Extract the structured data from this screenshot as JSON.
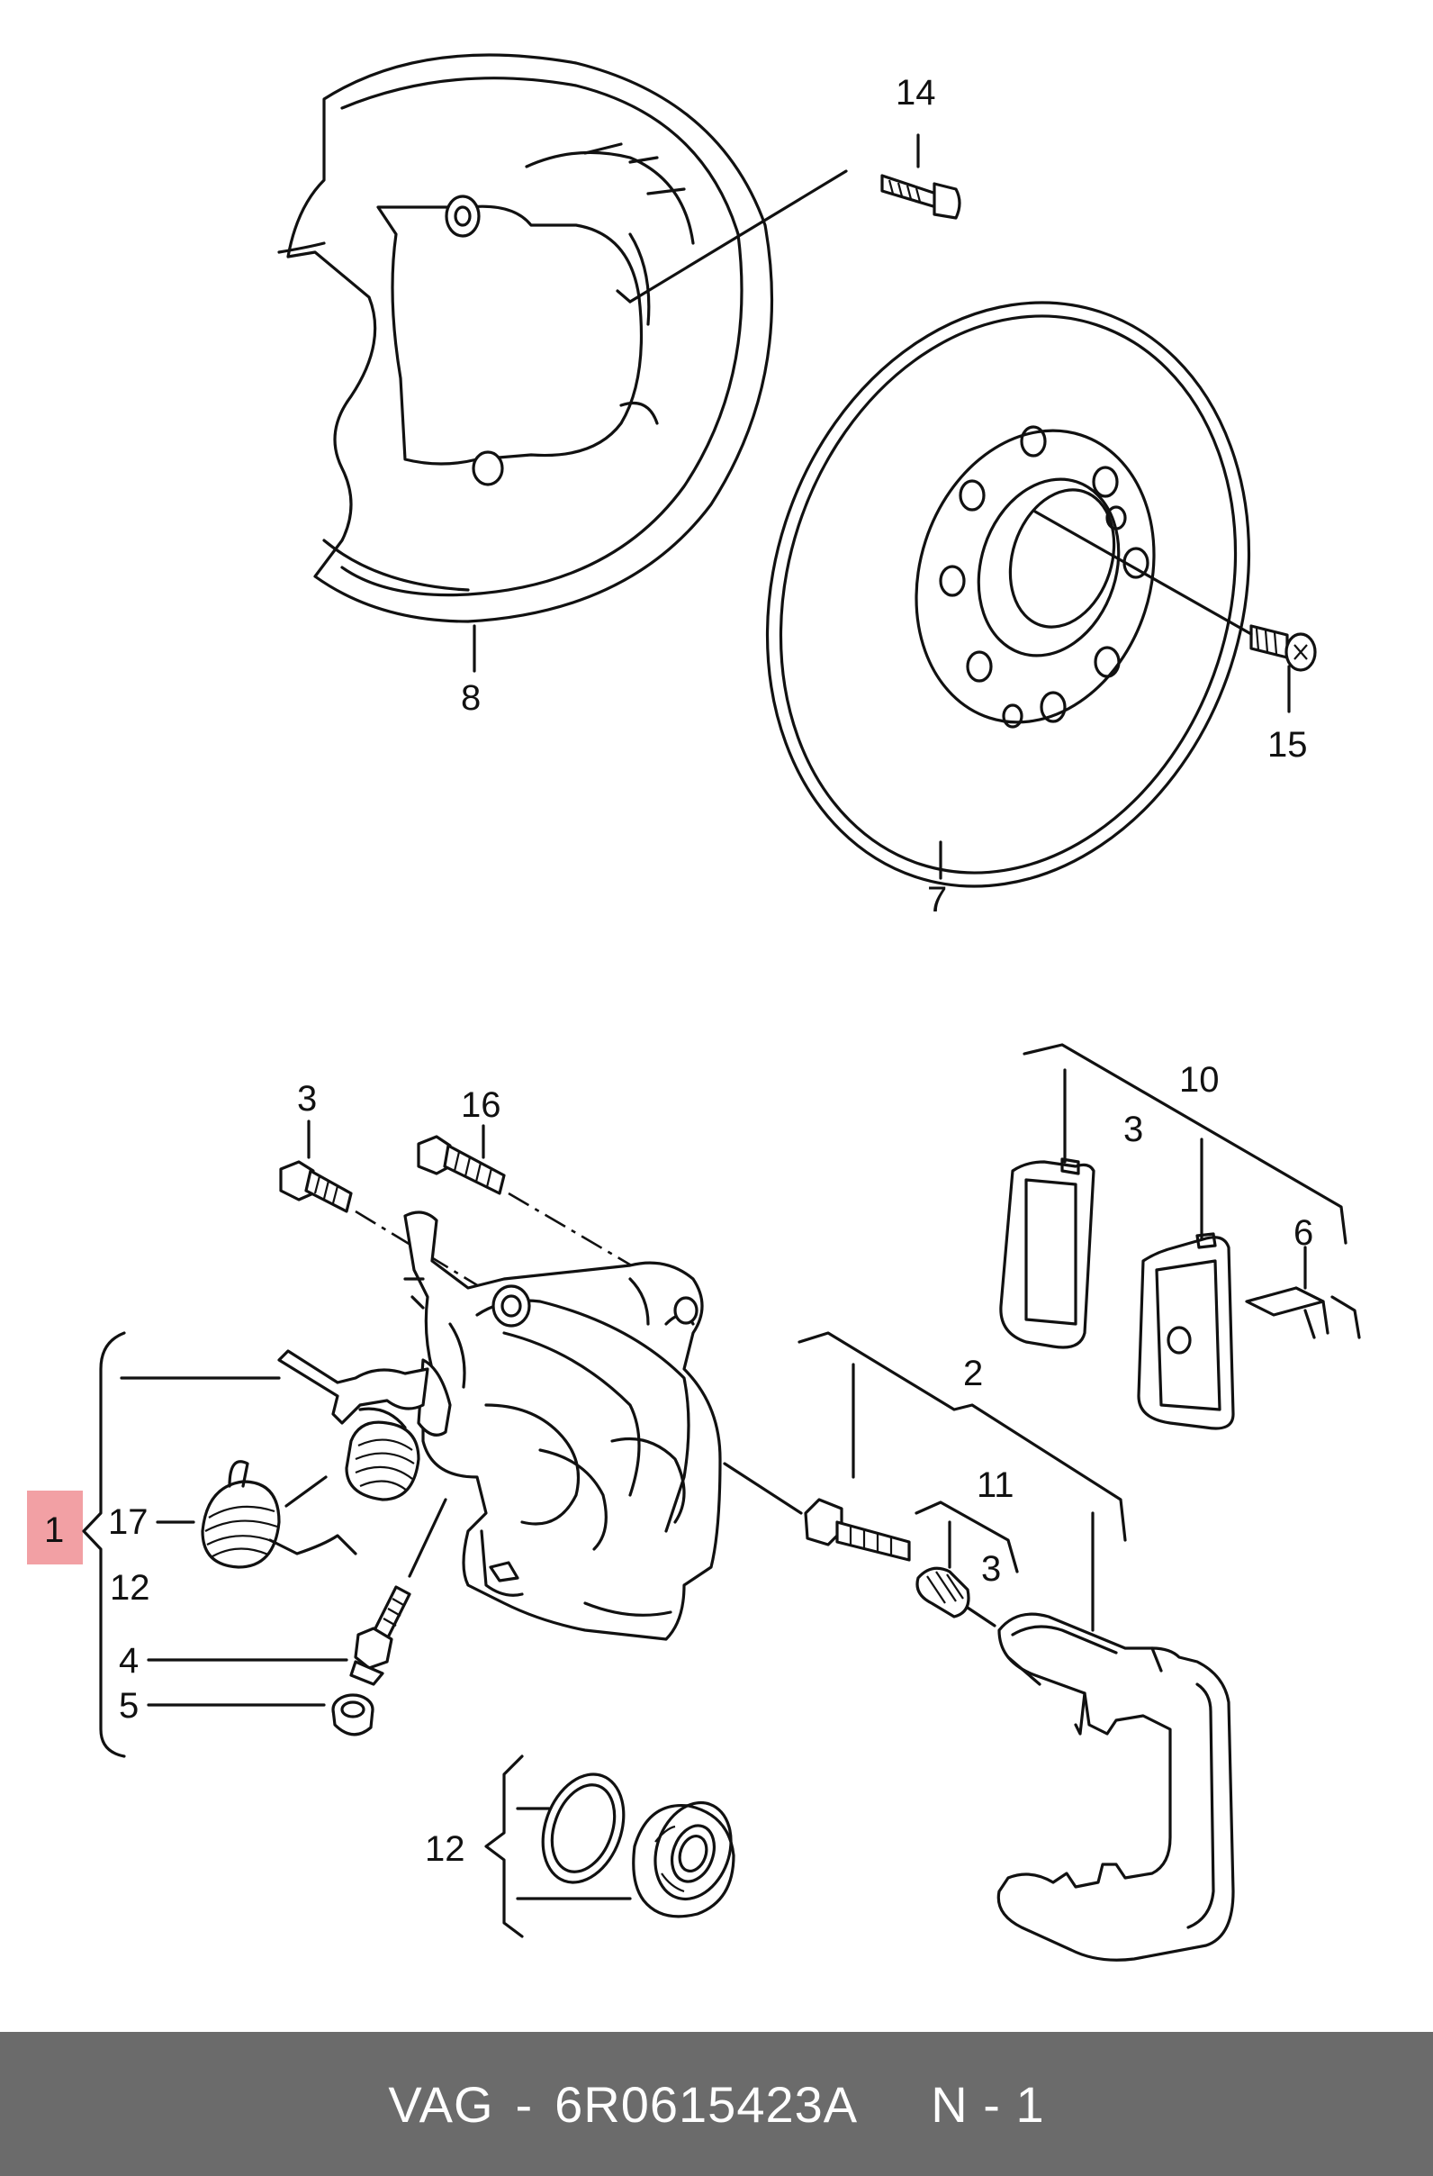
{
  "accent_color": "#f2a0a4",
  "footer": {
    "brand": "VAG",
    "separator": "-",
    "part_number": "6R0615423A",
    "position": "N - 1"
  },
  "callouts": {
    "c14": "14",
    "c8": "8",
    "c15": "15",
    "c7": "7",
    "c10": "10",
    "c3_pads": "3",
    "c6": "6",
    "c3_bolt": "3",
    "c16": "16",
    "c2": "2",
    "c11": "11",
    "c3_guide": "3",
    "c1": "1",
    "c17": "17",
    "c12_left": "12",
    "c4": "4",
    "c5": "5",
    "c12_bottom": "12"
  }
}
